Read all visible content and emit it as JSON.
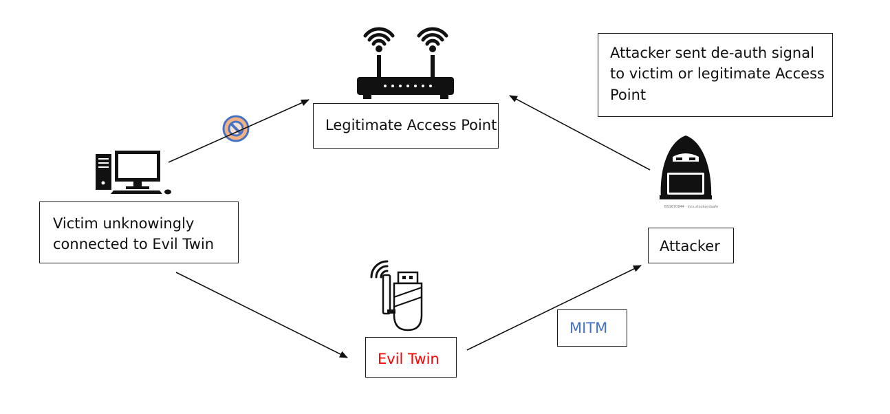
{
  "nodes": {
    "legit_ap": {
      "label": "Legitimate Access Point"
    },
    "victim": {
      "label_line1": "Victim unknowingly",
      "label_line2": "connected to Evil Twin"
    },
    "evil_twin": {
      "label": "Evil Twin"
    },
    "attacker": {
      "label": "Attacker",
      "icon_caption": "BS1670944 · incs.stockandsafe"
    }
  },
  "note": {
    "line1": "Attacker sent de-auth signal",
    "line2": "to victim or legitimate Access",
    "line3": "Point"
  },
  "edge_labels": {
    "mitm": "MITM"
  },
  "colors": {
    "evil_twin_text": "#ff0000",
    "mitm_text": "#4472c4",
    "block_fill": "#f4b183",
    "block_stroke": "#4472c4"
  },
  "icons": [
    "router-icon",
    "desktop-computer-icon",
    "usb-wifi-adapter-icon",
    "hooded-hacker-icon",
    "blocked-icon"
  ]
}
